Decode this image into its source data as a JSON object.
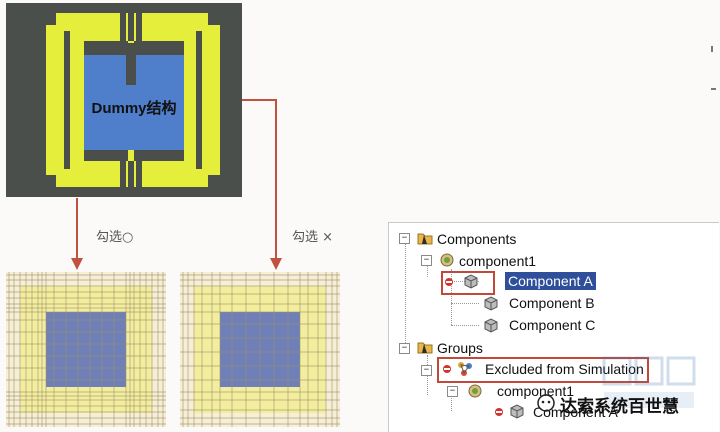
{
  "structure": {
    "label": "Dummy结构"
  },
  "flow": {
    "left_label": "勾选○",
    "right_label": "勾选 ×"
  },
  "tree": {
    "root_components": "Components",
    "component1": "component1",
    "component_a": "Component A",
    "component_b": "Component B",
    "component_c": "Component C",
    "root_groups": "Groups",
    "excluded": "Excluded from Simulation",
    "group_component1": "component1",
    "group_component_a": "Component A"
  },
  "watermark": {
    "text": "达索系统百世慧"
  },
  "colors": {
    "structure_bg": "#4a4f4b",
    "yellow": "#e6ee3c",
    "blue": "#4f7ecb",
    "mesh_blue": "#6f80b8",
    "accent_red": "#c04a3a",
    "selection": "#2f4f9a"
  }
}
